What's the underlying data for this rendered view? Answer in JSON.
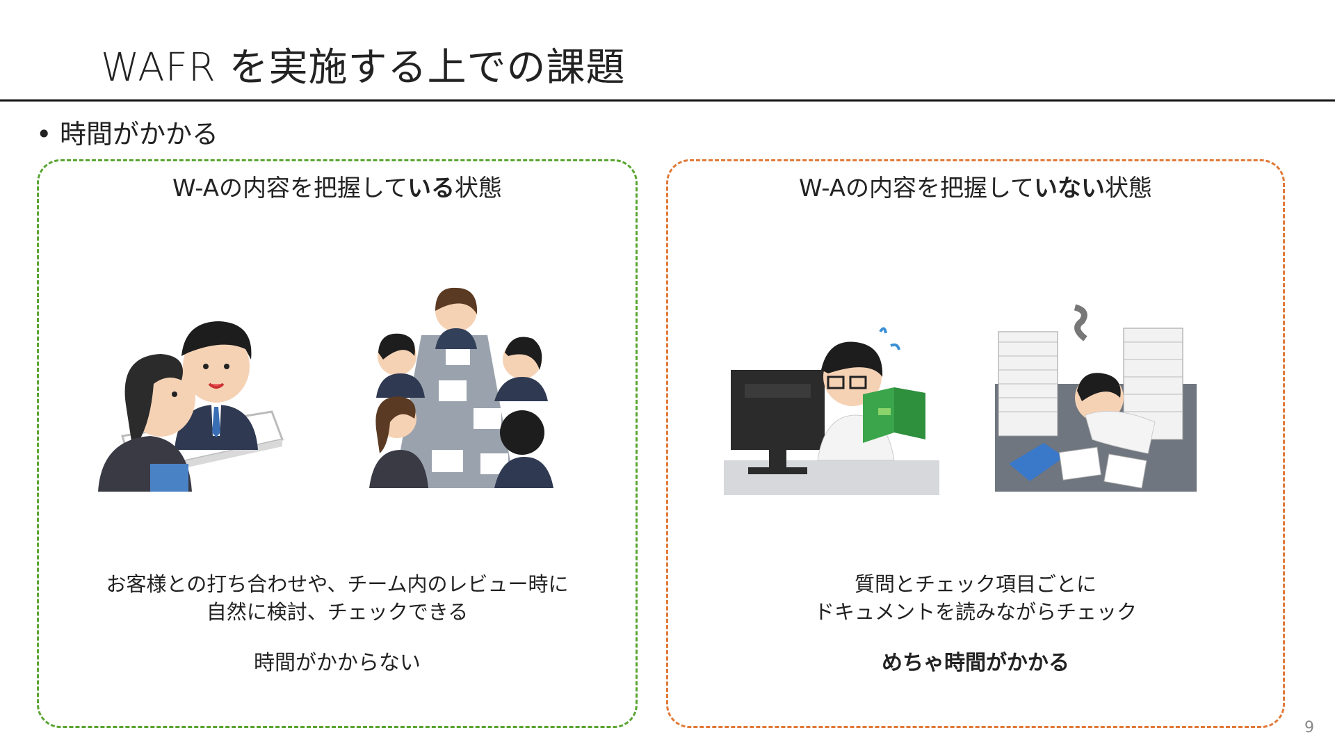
{
  "slide": {
    "title": "WAFR を実施する上での課題",
    "bullet": "時間がかかる",
    "page_number": "9"
  },
  "left_panel": {
    "heading_prefix": "W-Aの内容を把握して",
    "heading_bold": "いる",
    "heading_suffix": "状態",
    "description_lines": [
      "お客様との打ち合わせや、チーム内のレビュー時に",
      "自然に検討、チェックできる"
    ],
    "conclusion": "時間がかからない",
    "border_color": "#5aa532",
    "illustrations": [
      "meeting-illustration",
      "team-review-illustration"
    ]
  },
  "right_panel": {
    "heading_prefix": "W-Aの内容を把握して",
    "heading_bold": "いない",
    "heading_suffix": "状態",
    "description_lines": [
      "質問とチェック項目ごとに",
      "ドキュメントを読みながらチェック"
    ],
    "conclusion": "めちゃ時間がかかる",
    "border_color": "#e07a3a",
    "illustrations": [
      "reading-manual-illustration",
      "overwhelmed-by-paperwork-illustration"
    ]
  }
}
